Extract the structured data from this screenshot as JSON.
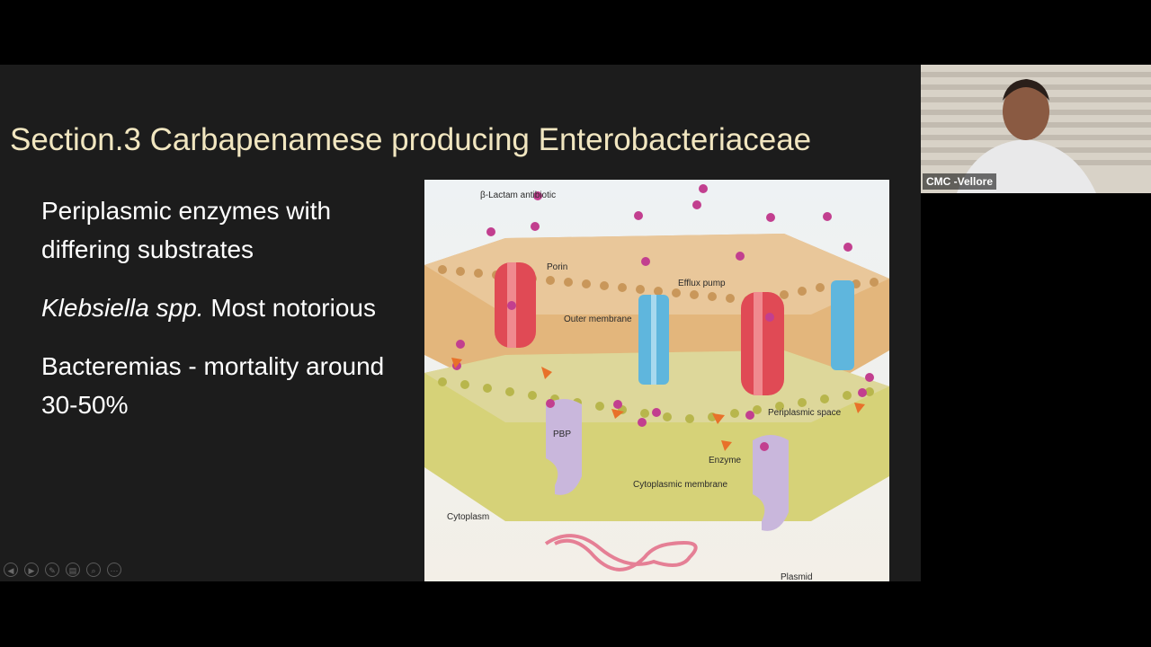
{
  "slide": {
    "title": "Section.3 Carbapenamese producing Enterobacteriaceae",
    "bullets": [
      {
        "italic": "",
        "text": "Periplasmic enzymes with differing substrates"
      },
      {
        "italic": "Klebsiella spp.",
        "text": " Most notorious"
      },
      {
        "italic": "",
        "text": "Bacteremias - mortality around 30-50%"
      }
    ],
    "figure_labels": {
      "antibiotic": "β-Lactam antibiotic",
      "porin": "Porin",
      "efflux": "Efflux pump",
      "outer_membrane": "Outer membrane",
      "periplasmic": "Periplasmic space",
      "pbp": "PBP",
      "enzyme": "Enzyme",
      "cytoplasmic_membrane": "Cytoplasmic membrane",
      "cytoplasm": "Cytoplasm",
      "plasmid": "Plasmid"
    },
    "toolbar_icons": [
      "previous-icon",
      "next-icon",
      "pen-icon",
      "slides-icon",
      "zoom-icon",
      "more-icon"
    ]
  },
  "webcam": {
    "name": "CMC -Vellore"
  },
  "colors": {
    "title": "#f1e6c0",
    "background": "#1c1c1c",
    "membrane_outer": "#d8a767",
    "membrane_inner": "#c8c664",
    "porin": "#e04a55",
    "efflux": "#5fb6dd",
    "pbp": "#c9b7dc",
    "molecule": "#c23f8f"
  }
}
